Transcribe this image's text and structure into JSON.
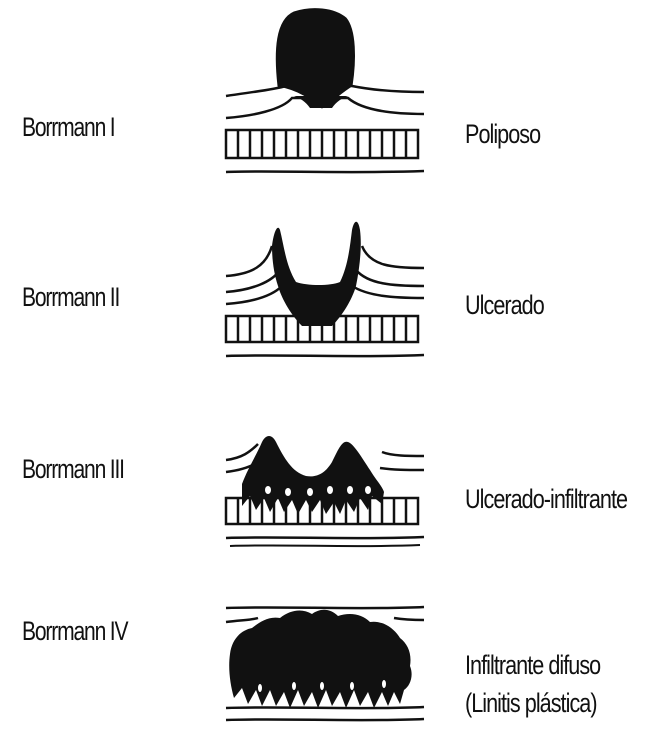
{
  "rows": [
    {
      "type_label": "Borrmann I",
      "description_lines": [
        "Poliposo"
      ]
    },
    {
      "type_label": "Borrmann II",
      "description_lines": [
        "Ulcerado"
      ]
    },
    {
      "type_label": "Borrmann III",
      "description_lines": [
        "Ulcerado-infiltrante"
      ]
    },
    {
      "type_label": "Borrmann IV",
      "description_lines": [
        "Infiltrante difuso",
        "(Linitis plástica)"
      ]
    }
  ],
  "colors": {
    "ink": "#111111",
    "background": "#ffffff"
  }
}
